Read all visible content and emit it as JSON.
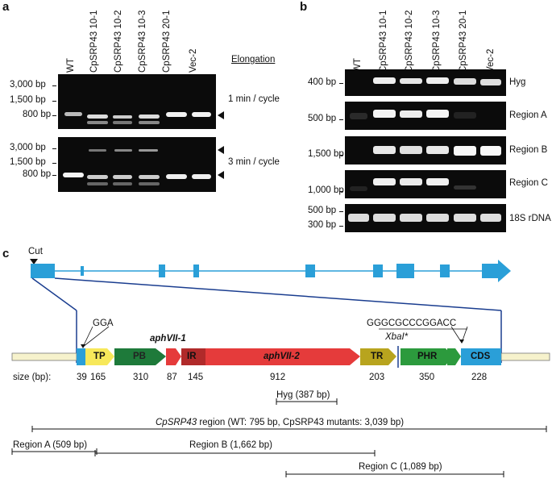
{
  "panel_a": {
    "letter": "a",
    "lanes": [
      "WT",
      "CpSRP43 10-1",
      "CpSRP43 10-2",
      "CpSRP43 10-3",
      "CpSRP43 20-1",
      "Vec-2"
    ],
    "elongation_header": "Elongation",
    "gel1_condition": "1 min / cycle",
    "gel2_condition": "3 min / cycle",
    "gel1_markers": [
      "3,000 bp",
      "1,500 bp",
      "800 bp"
    ],
    "gel2_markers": [
      "3,000 bp",
      "1,500 bp",
      "800 bp"
    ]
  },
  "panel_b": {
    "letter": "b",
    "lanes": [
      "WT",
      "CpSRP43 10-1",
      "CpSRP43 10-2",
      "CpSRP43 10-3",
      "CpSRP43 20-1",
      "Vec-2"
    ],
    "gels": [
      {
        "marker1": "400 bp",
        "name": "Hyg"
      },
      {
        "marker1": "500 bp",
        "name": "Region A"
      },
      {
        "marker1": "1,500 bp",
        "name": "Region B"
      },
      {
        "marker1": "1,000 bp",
        "name": "Region C"
      },
      {
        "marker1": "500 bp",
        "marker2": "300 bp",
        "name": "18S rDNA"
      }
    ]
  },
  "panel_c": {
    "letter": "c",
    "cut_label": "Cut",
    "seq_left": "GGA",
    "seq_right": "GGGCGCCCGGACC",
    "xbai": "XbaI*",
    "aph1": "aphVII-1",
    "segments": {
      "tp": "TP",
      "pb": "PB",
      "ir": "IR",
      "aph2": "aphVII-2",
      "tr": "TR",
      "phr": "PHR",
      "cds": "CDS"
    },
    "size_label": "size (bp):",
    "sizes": [
      "39",
      "165",
      "310",
      "87",
      "145",
      "912",
      "203",
      "350",
      "228"
    ],
    "hyg": "Hyg (387 bp)",
    "region_prefix": "CpSRP43",
    "region_suffix": " region (WT: 795 bp, CpSRP43 mutants: 3,039 bp)",
    "region_a": "Region A (509 bp)",
    "region_b": "Region B (1,662 bp)",
    "region_c": "Region C (1,089 bp)"
  }
}
